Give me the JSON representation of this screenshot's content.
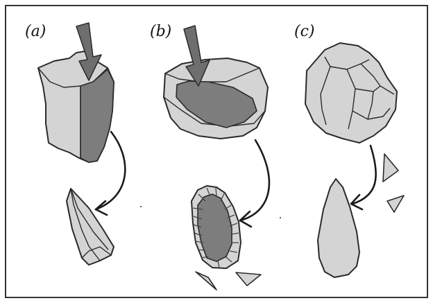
{
  "panels": {
    "a": {
      "label": "(a)"
    },
    "b": {
      "label": "(b)"
    },
    "c": {
      "label": "(c)"
    }
  },
  "colors": {
    "stone_fill": "#d4d4d4",
    "facet_fill": "#7d7d7d",
    "force_arrow_fill": "#6e6e6e",
    "outline": "#2a2a2a",
    "frame": "#333333"
  }
}
